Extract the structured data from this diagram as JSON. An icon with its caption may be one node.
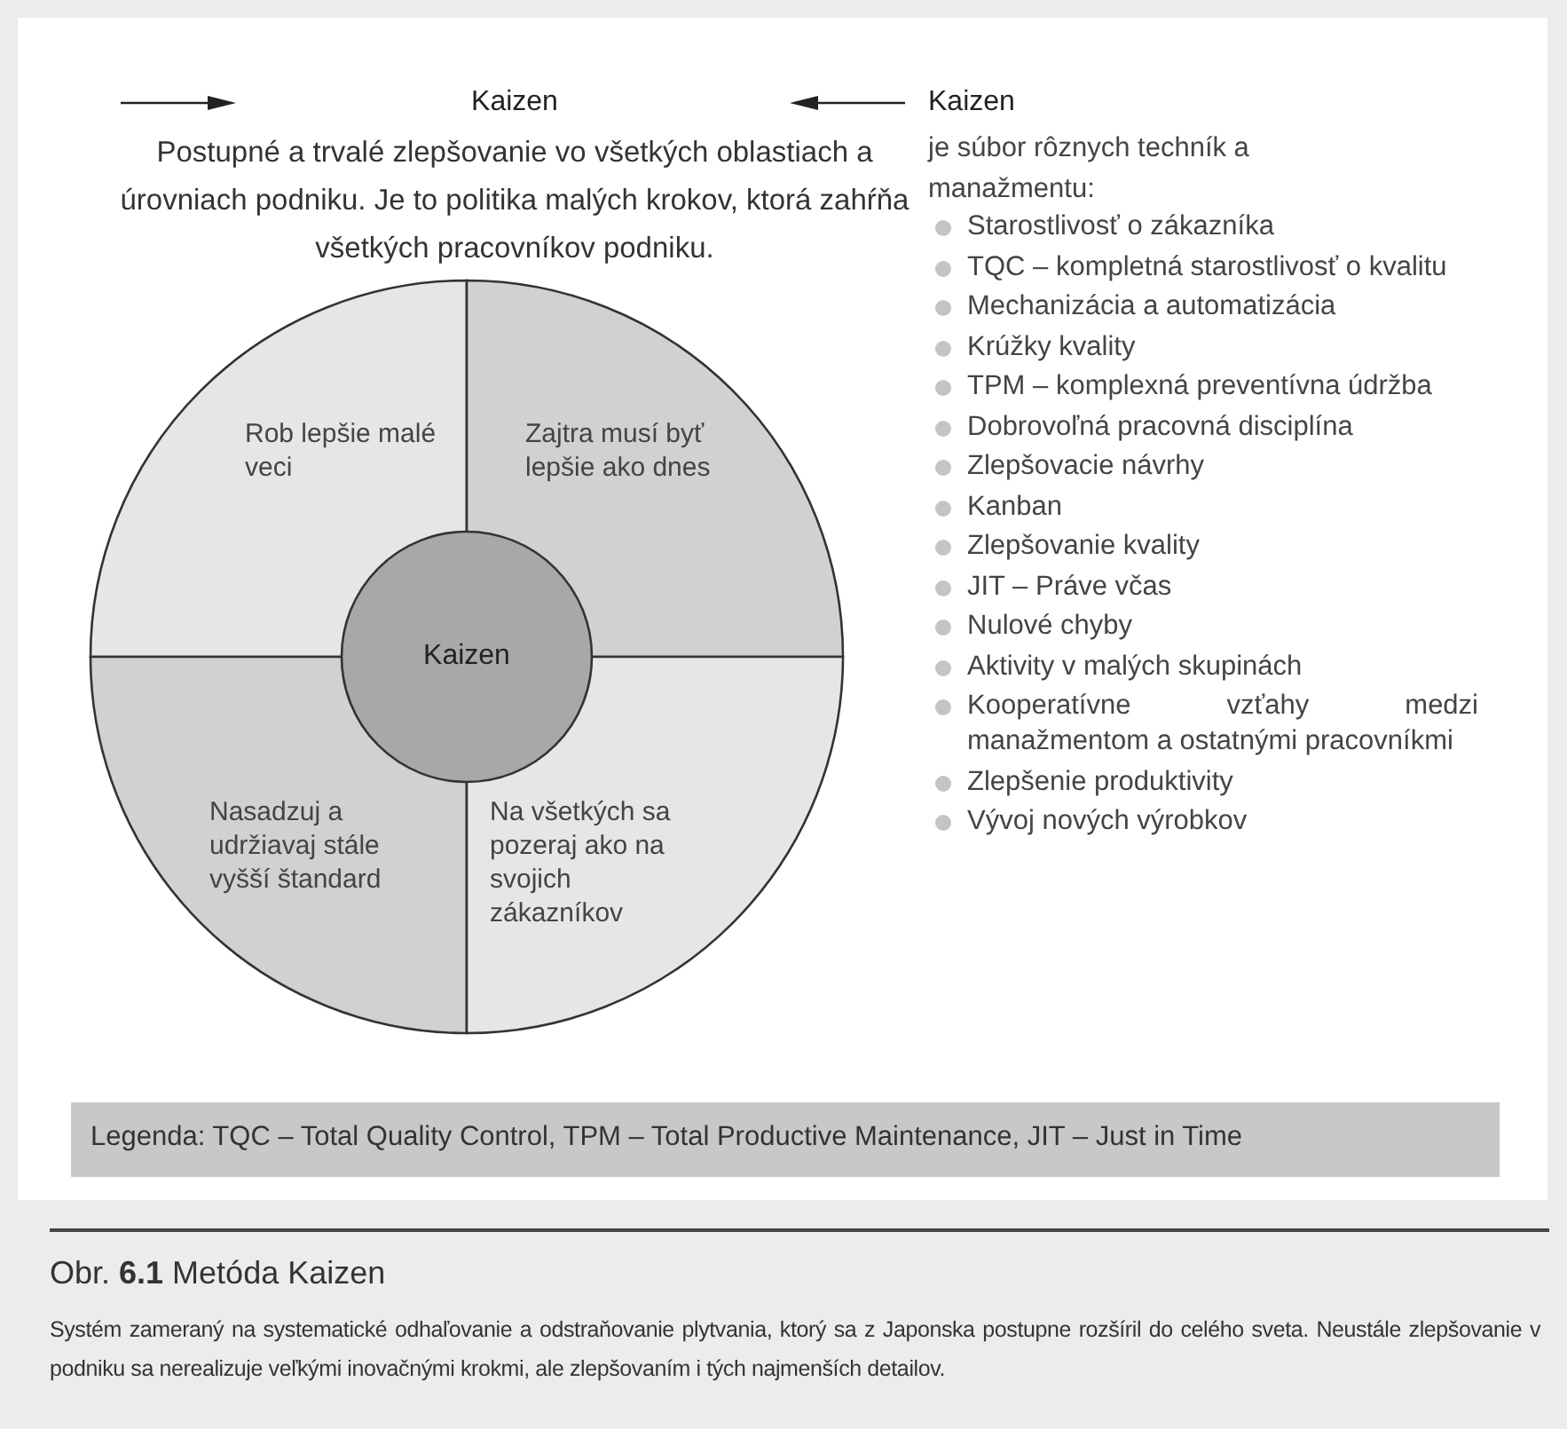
{
  "diagram": {
    "title": "Obr. **6.1** Metóda Kaizen",
    "caption": "Systém zameraný na systematické odhaľovanie a odstraňovanie plytvania, ktorý sa z Japonska postupne rozšíril do celého sveta. Neustále zlepšovanie v podniku sa nerealizuje veľkými inovačnými krokmi, ale zlepšovaním i tých najmenších detailov.",
    "nodes": [
      {
        "text": [
          "Rob lepšie malé veci"
        ]
      },
      {
        "text": [
          "Zajtra musí byť lepšie ako dnes"
        ]
      },
      {
        "text": [
          "Kaizen"
        ]
      },
      {
        "text": [
          "Nasadzuj a udržiavaj stále vyšší štandard"
        ]
      },
      {
        "text": [
          "Na všetkých sa pozeraj ako na svojich zákazníkov"
        ]
      }
    ],
    "labels": [
      "Kaizen",
      "Postupné a trvalé zlepšovanie vo všetkých oblastiach a úrovniach podniku. Je to politika malých krokov, ktorá zahŕňa všetkých pracovníkov podniku.",
      "Kaizen",
      "je súbor rôznych techník a manažmentu:",
      "Starostlivosť o zákazníka",
      "TQC – kompletná starostlivosť o kvalitu",
      "Mechanizácia a automatizácia",
      "Krúžky kvality",
      "TPM – komplexná preventívna údržba",
      "Dobrovoľná pracovná disciplína",
      "Zlepšovacie návrhy",
      "Kanban",
      "Zlepšovanie kvality",
      "JIT – Práve včas",
      "Nulové chyby",
      "Aktivity v malých skupinách",
      "Kooperatívne vzťahy medzi manažmentom a ostatnými pracovníkmi",
      "Zlepšenie produktivity",
      "Vývoj nových výrobkov",
      "Legenda: TQC – Total Quality Control, TPM – Total Productive Maintenance, JIT – Just in Time"
    ]
  }
}
